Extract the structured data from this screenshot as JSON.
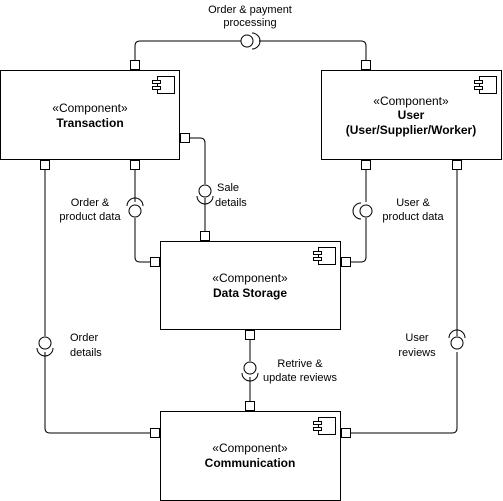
{
  "components": {
    "transaction": {
      "stereotype": "«Component»",
      "name_lines": [
        "Transaction"
      ]
    },
    "user": {
      "stereotype": "«Component»",
      "name_lines": [
        "User",
        "(User/Supplier/Worker)"
      ]
    },
    "data_storage": {
      "stereotype": "«Component»",
      "name_lines": [
        "Data Storage"
      ]
    },
    "communication": {
      "stereotype": "«Component»",
      "name_lines": [
        "Communication"
      ]
    }
  },
  "interfaces": {
    "order_payment": [
      "Order & payment",
      "processing"
    ],
    "sale_details": [
      "Sale",
      "details"
    ],
    "order_product": [
      "Order &",
      "product data"
    ],
    "user_product": [
      "User &",
      "product data"
    ],
    "order_details": [
      "Order",
      "details"
    ],
    "user_reviews": [
      "User",
      "reviews"
    ],
    "retrive_reviews": [
      "Retrive &",
      "update reviews"
    ]
  }
}
